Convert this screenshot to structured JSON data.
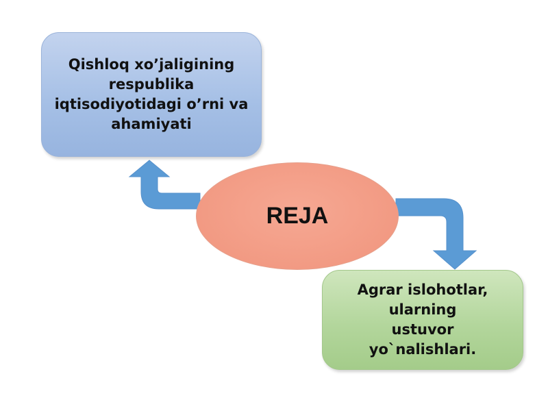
{
  "diagram": {
    "center": {
      "label": "REJA"
    },
    "top_box": {
      "text": "Qishloq xo’jaligining\nrespublika\niqtisodiyotidagi o’rni va\nahamiyati"
    },
    "bottom_box": {
      "text": "Agrar islohotlar,\nularning\nustuvor\nyo`nalishlari."
    },
    "colors": {
      "top_box": "#a6c0e6",
      "bottom_box": "#b3d69c",
      "center": "#f29a83",
      "arrows": "#5b9bd5"
    }
  }
}
